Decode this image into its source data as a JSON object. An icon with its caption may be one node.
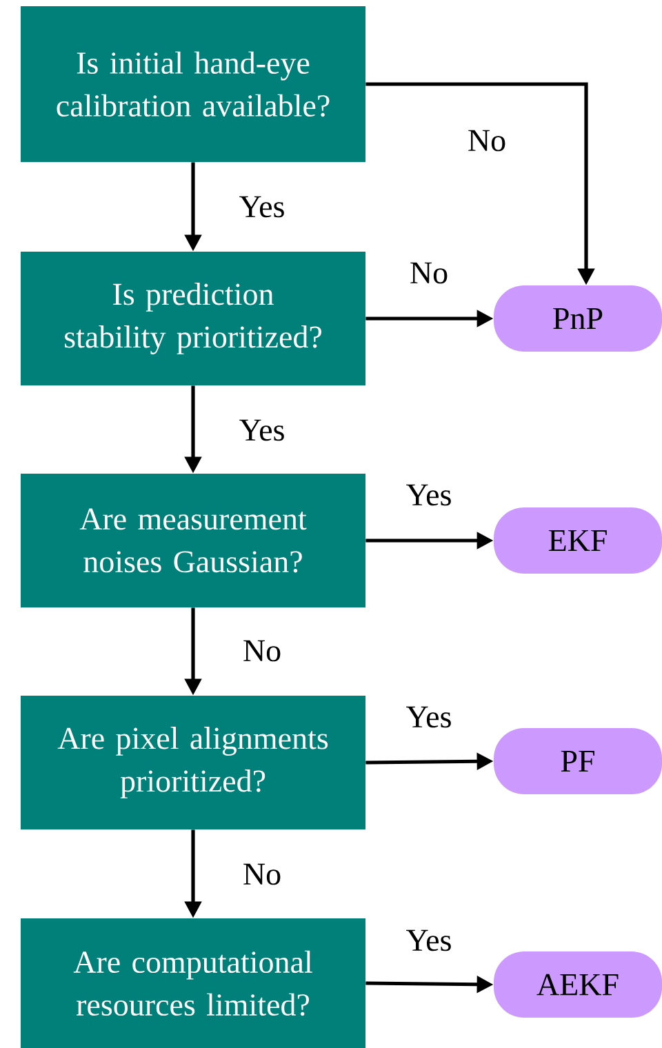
{
  "diagram": {
    "nodes": [
      {
        "text": [
          "Is initial hand-eye calibration available?"
        ]
      },
      {
        "text": [
          "Is prediction stability prioritized?"
        ]
      },
      {
        "text": [
          "PnP"
        ]
      },
      {
        "text": [
          "Are measurement noises Gaussian?"
        ]
      },
      {
        "text": [
          "EKF"
        ]
      },
      {
        "text": [
          "Are pixel alignments prioritized?"
        ]
      },
      {
        "text": [
          "PF"
        ]
      },
      {
        "text": [
          "Are computational resources limited?"
        ]
      },
      {
        "text": [
          "AEKF"
        ]
      }
    ],
    "edges": [
      {
        "from": 0,
        "to": 1,
        "arrow": "to",
        "label": "Yes"
      },
      {
        "from": 0,
        "to": 2,
        "arrow": "to",
        "label": "No"
      },
      {
        "from": 1,
        "to": 2,
        "arrow": "to",
        "label": "No"
      },
      {
        "from": 1,
        "to": 3,
        "arrow": "to",
        "label": "Yes"
      },
      {
        "from": 3,
        "to": 4,
        "arrow": "to",
        "label": "Yes"
      },
      {
        "from": 3,
        "to": 5,
        "arrow": "to",
        "label": "No"
      },
      {
        "from": 5,
        "to": 6,
        "arrow": "to",
        "label": "Yes"
      },
      {
        "from": 5,
        "to": 7,
        "arrow": "to",
        "label": "No"
      },
      {
        "from": 7,
        "to": 8,
        "arrow": "to",
        "label": "Yes"
      }
    ]
  }
}
